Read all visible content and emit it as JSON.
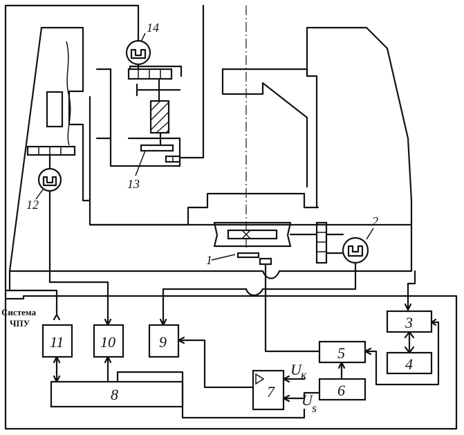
{
  "system_label_line1": "Система",
  "system_label_line2": "ЧПУ",
  "blocks": {
    "b3": "3",
    "b4": "4",
    "b5": "5",
    "b6": "6",
    "b7": "7",
    "b8": "8",
    "b9": "9",
    "b10": "10",
    "b11": "11"
  },
  "callouts": {
    "c1": "1",
    "c2": "2",
    "c12": "12",
    "c13": "13",
    "c14": "14"
  },
  "signals": {
    "uk_main": "U",
    "uk_sub": "к",
    "us_main": "U",
    "us_sub": "s"
  },
  "icons": {
    "motor": "motor-icon",
    "amplifier": "amplifier-triangle-icon"
  }
}
